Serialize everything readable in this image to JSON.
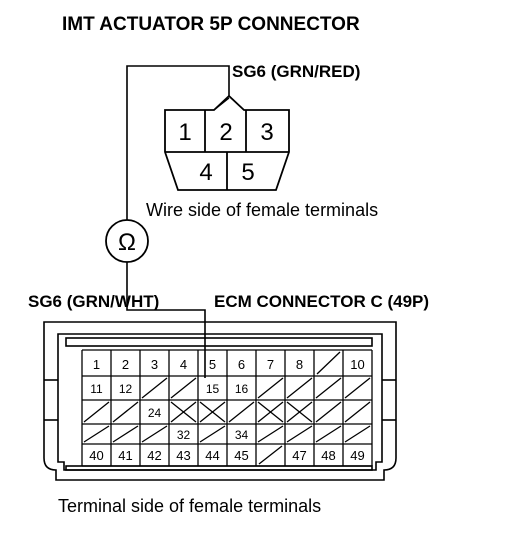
{
  "title": "IMT ACTUATOR 5P CONNECTOR",
  "sg6_top_label": "SG6 (GRN/RED)",
  "upper_connector": {
    "pins_row1": [
      "1",
      "2",
      "3"
    ],
    "pins_row2": [
      "4",
      "5"
    ],
    "caption": "Wire side of female terminals"
  },
  "meter_symbol": "Ω",
  "sg6_bottom_label": "SG6 (GRN/WHT)",
  "ecm_label": "ECM CONNECTOR C (49P)",
  "ecm_connector": {
    "row1": [
      "1",
      "2",
      "3",
      "4",
      "5",
      "6",
      "7",
      "8",
      "",
      "10"
    ],
    "row2_labels": [
      "11",
      "12",
      "15",
      "16"
    ],
    "row3_labels": [
      "24"
    ],
    "row4_labels": [
      "32",
      "34"
    ],
    "row5": [
      "40",
      "41",
      "42",
      "43",
      "44",
      "45",
      "",
      "47",
      "48",
      "49"
    ],
    "caption": "Terminal side of female terminals"
  }
}
